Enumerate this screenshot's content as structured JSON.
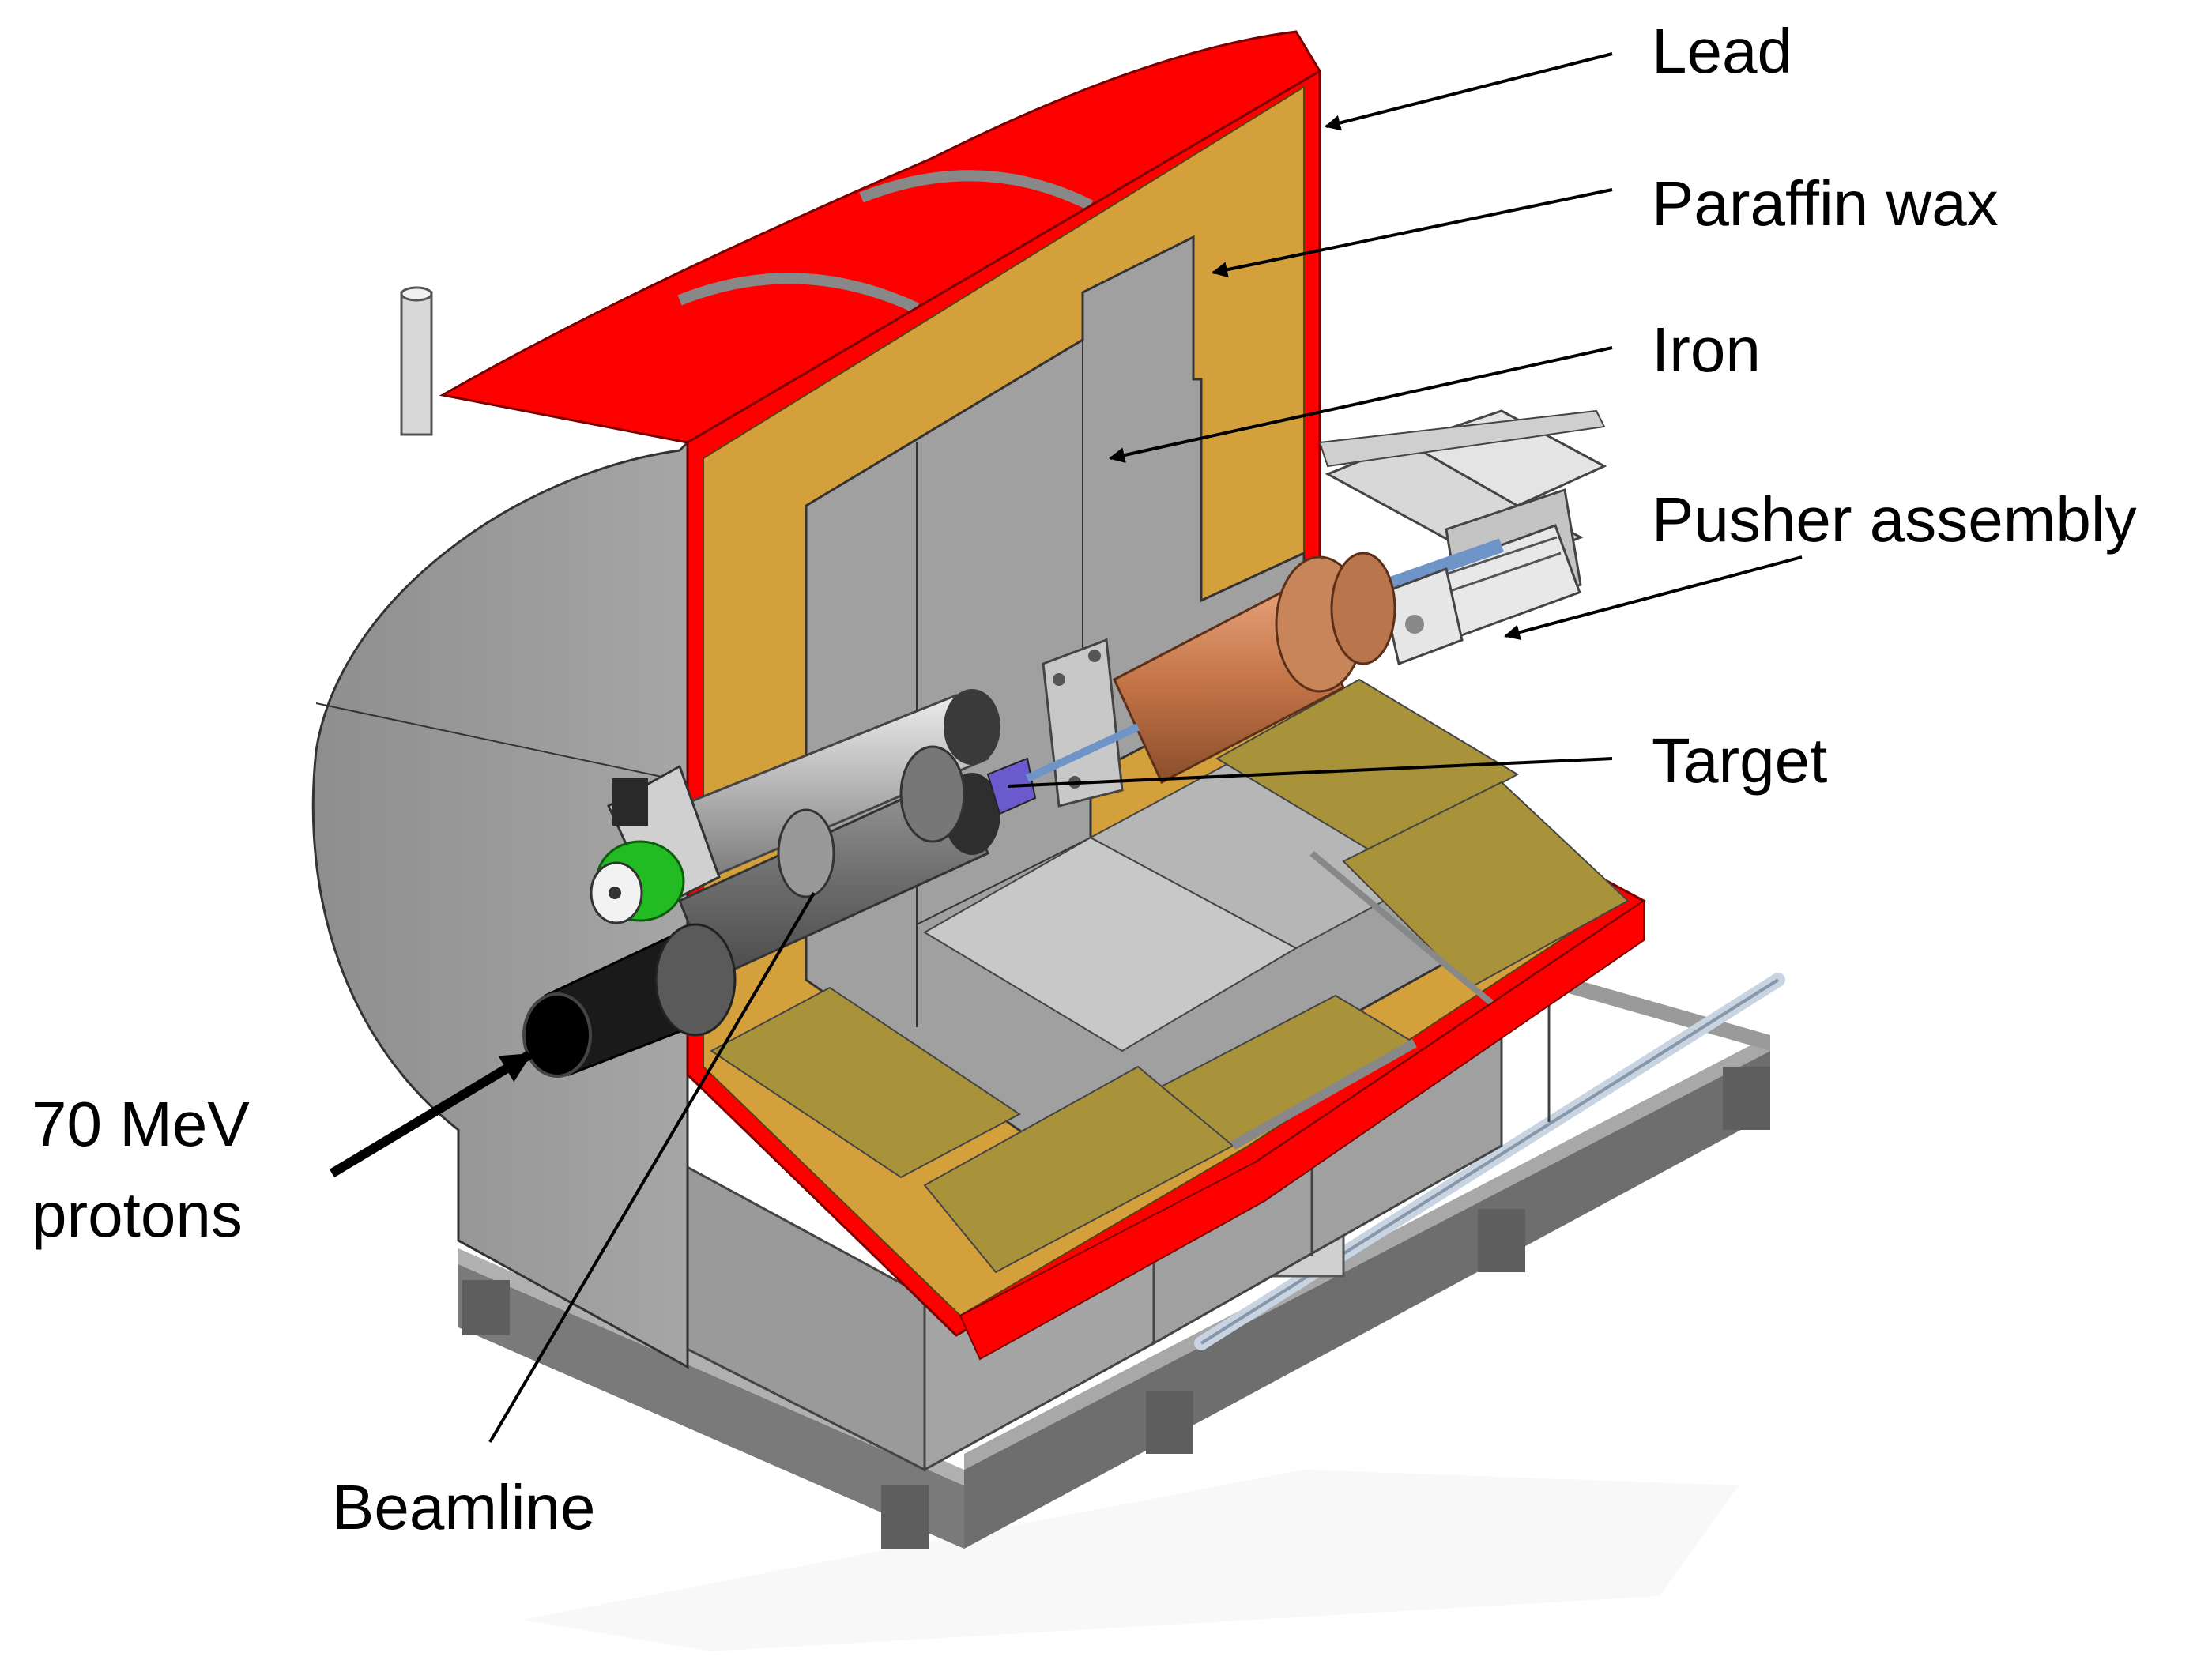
{
  "labels": {
    "lead": "Lead",
    "paraffin": "Paraffin wax",
    "iron": "Iron",
    "pusher": "Pusher assembly",
    "target": "Target",
    "beam_line1": "70 MeV",
    "beam_line2": "protons",
    "beamline": "Beamline"
  },
  "colors": {
    "lead": "#ff0000",
    "paraffin": "#d4a03c",
    "paraffin_floor": "#a8923a",
    "iron": "#a0a0a0",
    "iron_dark": "#8c8c8c",
    "copper": "#c8784a",
    "frame": "#8a8a8a",
    "green": "#22bb22"
  }
}
